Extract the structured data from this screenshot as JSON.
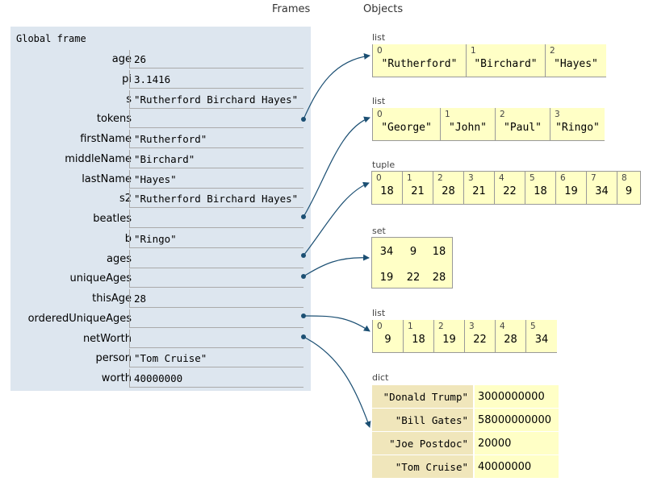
{
  "headers": {
    "frames": "Frames",
    "objects": "Objects"
  },
  "frame": {
    "title": "Global frame",
    "vars": [
      {
        "name": "age",
        "value": "26"
      },
      {
        "name": "pi",
        "value": "3.1416"
      },
      {
        "name": "s",
        "value": "\"Rutherford Birchard Hayes\""
      },
      {
        "name": "tokens",
        "value": ""
      },
      {
        "name": "firstName",
        "value": "\"Rutherford\""
      },
      {
        "name": "middleName",
        "value": "\"Birchard\""
      },
      {
        "name": "lastName",
        "value": "\"Hayes\""
      },
      {
        "name": "s2",
        "value": "\"Rutherford Birchard Hayes\""
      },
      {
        "name": "beatles",
        "value": ""
      },
      {
        "name": "b",
        "value": "\"Ringo\""
      },
      {
        "name": "ages",
        "value": ""
      },
      {
        "name": "uniqueAges",
        "value": ""
      },
      {
        "name": "thisAge",
        "value": "28"
      },
      {
        "name": "orderedUniqueAges",
        "value": ""
      },
      {
        "name": "netWorth",
        "value": ""
      },
      {
        "name": "person",
        "value": "\"Tom Cruise\""
      },
      {
        "name": "worth",
        "value": "40000000"
      }
    ]
  },
  "objects": {
    "tokens_list": {
      "label": "list",
      "items": [
        {
          "index": "0",
          "value": "\"Rutherford\""
        },
        {
          "index": "1",
          "value": "\"Birchard\""
        },
        {
          "index": "2",
          "value": "\"Hayes\""
        }
      ]
    },
    "beatles_list": {
      "label": "list",
      "items": [
        {
          "index": "0",
          "value": "\"George\""
        },
        {
          "index": "1",
          "value": "\"John\""
        },
        {
          "index": "2",
          "value": "\"Paul\""
        },
        {
          "index": "3",
          "value": "\"Ringo\""
        }
      ]
    },
    "ages_tuple": {
      "label": "tuple",
      "items": [
        {
          "index": "0",
          "value": "18"
        },
        {
          "index": "1",
          "value": "21"
        },
        {
          "index": "2",
          "value": "28"
        },
        {
          "index": "3",
          "value": "21"
        },
        {
          "index": "4",
          "value": "22"
        },
        {
          "index": "5",
          "value": "18"
        },
        {
          "index": "6",
          "value": "19"
        },
        {
          "index": "7",
          "value": "34"
        },
        {
          "index": "8",
          "value": "9"
        }
      ]
    },
    "unique_set": {
      "label": "set",
      "items": [
        "34",
        "9",
        "18",
        "19",
        "22",
        "28"
      ]
    },
    "ordered_list": {
      "label": "list",
      "items": [
        {
          "index": "0",
          "value": "9"
        },
        {
          "index": "1",
          "value": "18"
        },
        {
          "index": "2",
          "value": "19"
        },
        {
          "index": "3",
          "value": "22"
        },
        {
          "index": "4",
          "value": "28"
        },
        {
          "index": "5",
          "value": "34"
        }
      ]
    },
    "networth_dict": {
      "label": "dict",
      "entries": [
        {
          "key": "\"Donald Trump\"",
          "value": "3000000000"
        },
        {
          "key": "\"Bill Gates\"",
          "value": "58000000000"
        },
        {
          "key": "\"Joe Postdoc\"",
          "value": "20000"
        },
        {
          "key": "\"Tom Cruise\"",
          "value": "40000000"
        }
      ]
    }
  },
  "colors": {
    "frame_bg": "#dde6ef",
    "object_bg": "#ffffc6",
    "dict_key_bg": "#f0e6bb",
    "arrow": "#1b4f73"
  }
}
